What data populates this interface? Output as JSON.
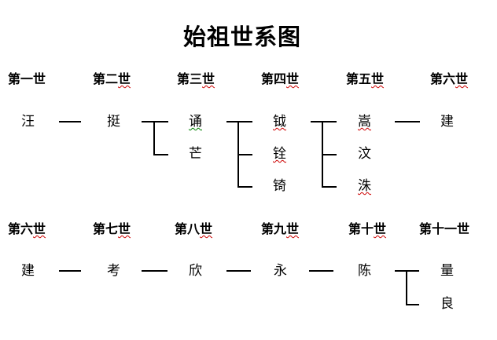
{
  "title": "始祖世系图",
  "colors": {
    "background": "#ffffff",
    "text": "#000000",
    "line": "#000000",
    "squiggle_red": "#cc0000",
    "squiggle_green": "#008000"
  },
  "row1": {
    "headers": [
      {
        "pre": "第一世",
        "mark": ""
      },
      {
        "pre": "第二",
        "mark": "世"
      },
      {
        "pre": "第三",
        "mark": "世"
      },
      {
        "pre": "第四",
        "mark": "世"
      },
      {
        "pre": "第五",
        "mark": "世"
      },
      {
        "pre": "第六",
        "mark": "世"
      }
    ],
    "names": {
      "gen1": {
        "text": "汪"
      },
      "gen2": {
        "text": "挺"
      },
      "gen3": [
        {
          "text": "诵",
          "squiggle": "green"
        },
        {
          "text": "芒",
          "squiggle": "none"
        }
      ],
      "gen4": [
        {
          "text": "钺",
          "squiggle": "red"
        },
        {
          "text": "铨",
          "squiggle": "red"
        },
        {
          "text": "锜",
          "squiggle": "none"
        }
      ],
      "gen5": [
        {
          "text": "嵩",
          "squiggle": "red"
        },
        {
          "text": "汶",
          "squiggle": "none"
        },
        {
          "text": "洙",
          "squiggle": "red"
        }
      ],
      "gen6": {
        "text": "建"
      }
    }
  },
  "row2": {
    "headers": [
      {
        "pre": "第六",
        "mark": "世"
      },
      {
        "pre": "第七",
        "mark": "世"
      },
      {
        "pre": "第八",
        "mark": "世"
      },
      {
        "pre": "第九",
        "mark": "世"
      },
      {
        "pre": "第十",
        "mark": "世"
      },
      {
        "pre": "第十一世",
        "mark": ""
      }
    ],
    "names": {
      "gen6": {
        "text": "建"
      },
      "gen7": {
        "text": "考"
      },
      "gen8": {
        "text": "欣"
      },
      "gen9": {
        "text": "永"
      },
      "gen10": {
        "text": "陈"
      },
      "gen11": [
        {
          "text": "量"
        },
        {
          "text": "良"
        }
      ]
    }
  }
}
